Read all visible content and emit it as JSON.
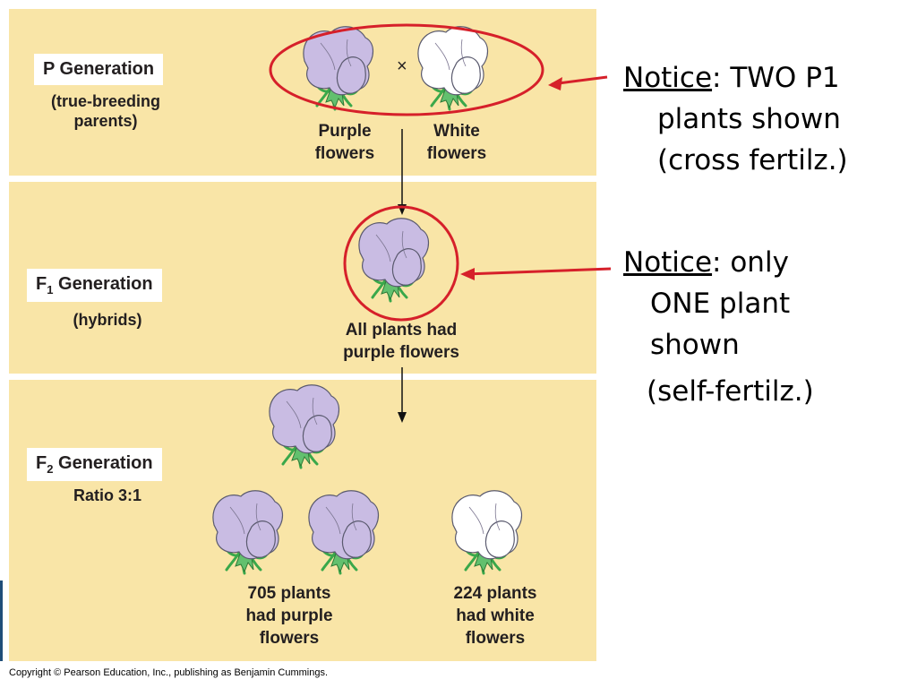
{
  "p_generation": {
    "label_main": "P Generation",
    "subtitle": "(true-breeding\nparents)",
    "cross_symbol": "×",
    "parent1_label": "Purple\nflowers",
    "parent2_label": "White\nflowers"
  },
  "f1_generation": {
    "label_letter": "F",
    "label_sub": "1",
    "label_rest": " Generation",
    "subtitle": "(hybrids)",
    "caption": "All plants had\npurple flowers"
  },
  "f2_generation": {
    "label_letter": "F",
    "label_sub": "2",
    "label_rest": " Generation",
    "subtitle": "Ratio 3:1",
    "purple_caption": "705 plants\nhad purple\nflowers",
    "white_caption": "224 plants\nhad white\nflowers"
  },
  "notes": [
    {
      "keyword": "Notice",
      "lines": [
        ": TWO P1",
        "plants shown",
        "(cross fertilz.)"
      ]
    },
    {
      "keyword": "Notice",
      "lines": [
        ": only",
        "ONE plant",
        "shown",
        "(self-fertilz.)"
      ]
    }
  ],
  "copyright": "Copyright © Pearson Education, Inc., publishing as Benjamin Cummings.",
  "colors": {
    "panel_bg": "#f9e5a7",
    "purple_petal": "#c9bce3",
    "white_petal": "#ffffff",
    "stem_green": "#3aa84a",
    "annotation_red": "#d6202a"
  },
  "icons": [
    "purple-flower-icon",
    "white-flower-icon",
    "arrow-down-icon",
    "red-arrow-icon",
    "red-ellipse-icon",
    "red-circle-icon"
  ]
}
